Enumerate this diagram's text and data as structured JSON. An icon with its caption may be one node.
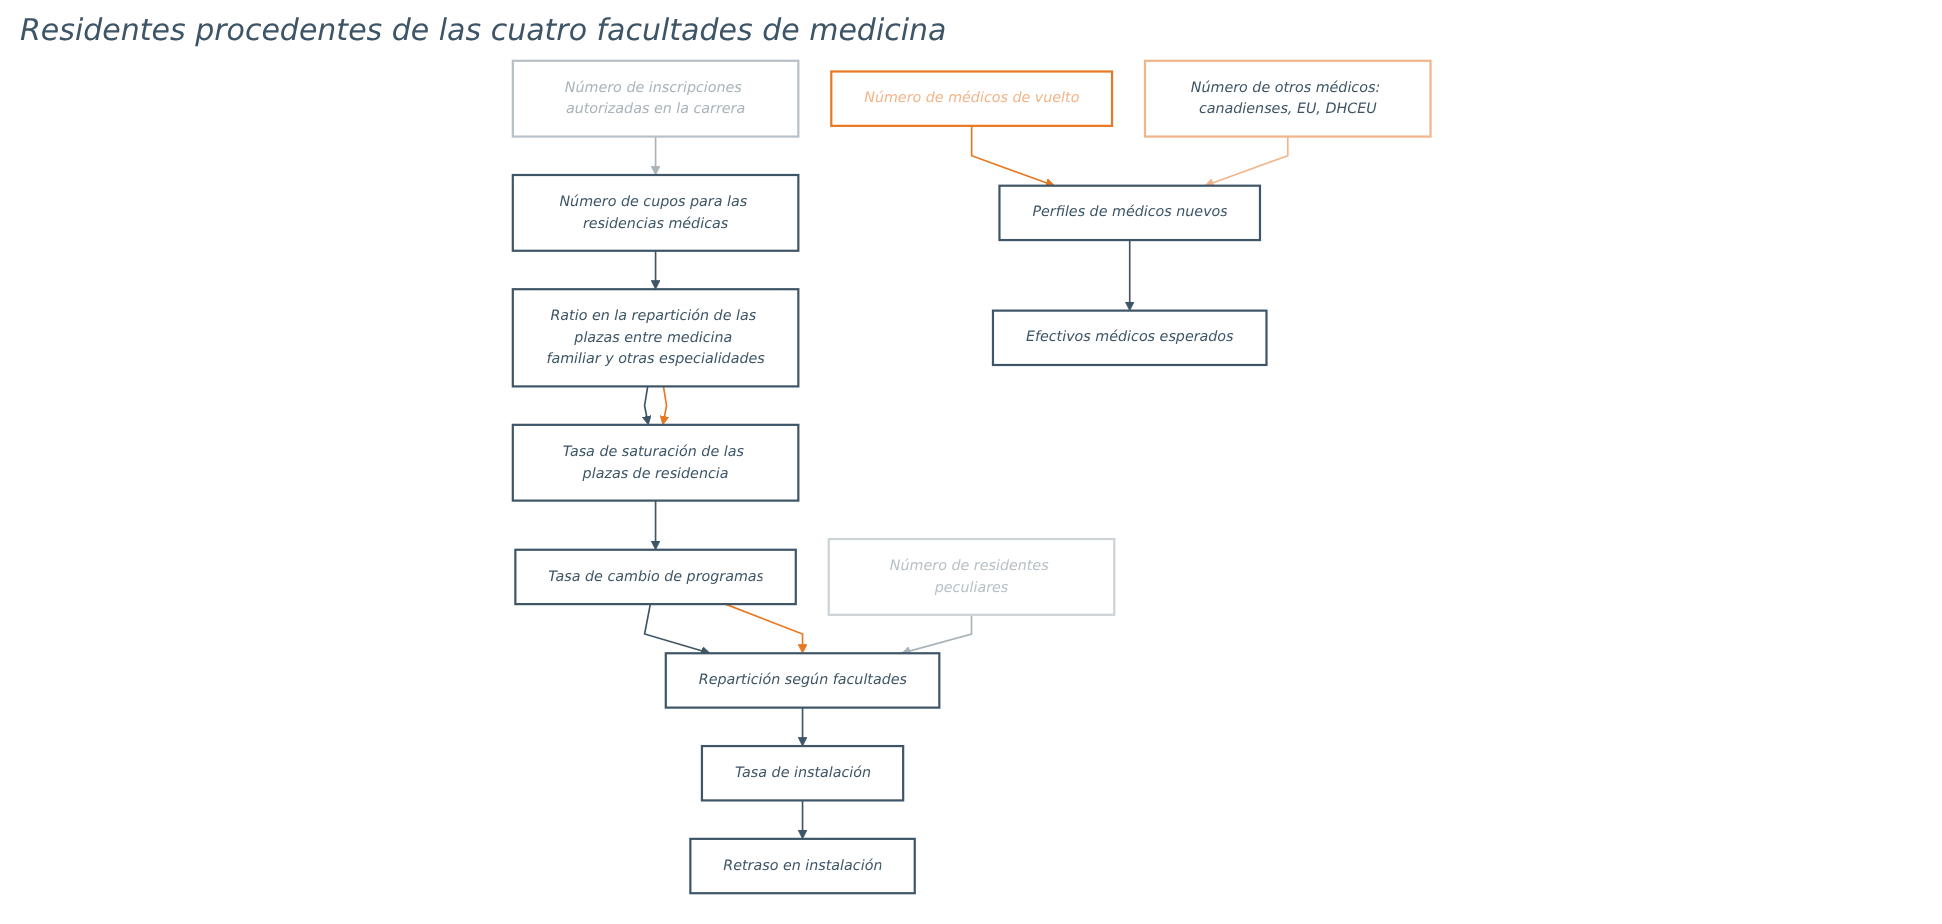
{
  "diagram": {
    "title": "Residentes procedentes de las cuatro facultades de medicina",
    "nodes": [
      {
        "text": [
          "Número de inscripciones autorizadas en la carrera"
        ]
      },
      {
        "text": [
          "Número de cupos para las residencias médicas"
        ]
      },
      {
        "text": [
          "Ratio en la repartición de las plazas entre medicina familiar y otras especialidades"
        ]
      },
      {
        "text": [
          "Tasa de saturación de las plazas de residencia"
        ]
      },
      {
        "text": [
          "Tasa de cambio de programas"
        ]
      },
      {
        "text": [
          "Número de residentes peculiares"
        ]
      },
      {
        "text": [
          "Repartición según facultades"
        ]
      },
      {
        "text": [
          "Tasa de instalación"
        ]
      },
      {
        "text": [
          "Retraso en instalación"
        ]
      },
      {
        "text": [
          "Número de médicos de vuelto"
        ]
      },
      {
        "text": [
          "Número de otros médicos: canadienses, EU, DHCEU"
        ]
      },
      {
        "text": [
          "Perfiles de médicos nuevos"
        ]
      },
      {
        "text": [
          "Efectivos médicos esperados"
        ]
      }
    ],
    "edges": [
      {
        "from": 0,
        "to": 1,
        "arrow": "to",
        "color": "#a9b3ba"
      },
      {
        "from": 1,
        "to": 2,
        "arrow": "to"
      },
      {
        "from": 2,
        "to": 3,
        "arrow": "to"
      },
      {
        "from": 2,
        "to": 3,
        "arrow": "to",
        "color": "#e87722"
      },
      {
        "from": 3,
        "to": 4,
        "arrow": "to"
      },
      {
        "from": 4,
        "to": 6,
        "arrow": "to"
      },
      {
        "from": 4,
        "to": 6,
        "arrow": "to",
        "color": "#e87722"
      },
      {
        "from": 5,
        "to": 6,
        "arrow": "to",
        "color": "#a9b3ba"
      },
      {
        "from": 6,
        "to": 7,
        "arrow": "to"
      },
      {
        "from": 7,
        "to": 8,
        "arrow": "to"
      },
      {
        "from": 9,
        "to": 11,
        "arrow": "to",
        "color": "#e87722"
      },
      {
        "from": 10,
        "to": 11,
        "arrow": "to",
        "color": "#f2b48a"
      },
      {
        "from": 11,
        "to": 12,
        "arrow": "to"
      }
    ]
  }
}
